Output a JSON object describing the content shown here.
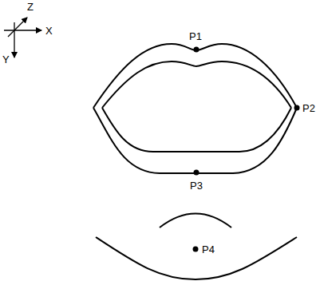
{
  "diagram": {
    "labels": [
      "Z",
      "X",
      "Y",
      "P1",
      "P2",
      "P3",
      "P4"
    ]
  }
}
